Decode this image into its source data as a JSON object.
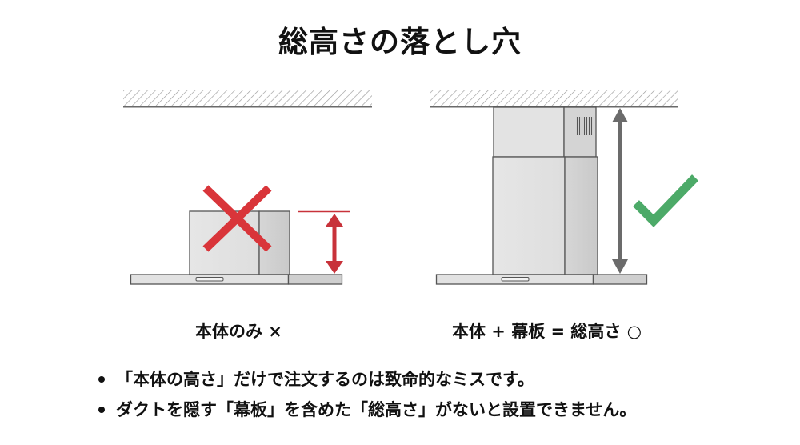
{
  "title": "総高さの落とし穴",
  "diagrams": {
    "left": {
      "caption": "本体のみ ×",
      "mark": "cross-mark",
      "mark_color": "#d9353a",
      "dimension_arrow_color": "#c8323a"
    },
    "right": {
      "caption": "本体 + 幕板 = 総高さ ○",
      "mark": "check-mark",
      "mark_color": "#4caa68",
      "dimension_arrow_color": "#6b6b6b"
    }
  },
  "bullets": [
    {
      "text": "「本体の高さ」だけで注文するのは致命的なミスです。"
    },
    {
      "text": "ダクトを隠す「幕板」を含めた「総高さ」がないと設置できません。"
    }
  ],
  "colors": {
    "hood_front": "#e4e4e4",
    "hood_side": "#d2d2d2",
    "outline": "#555555",
    "ceiling_hatch": "#9a9a9a"
  }
}
